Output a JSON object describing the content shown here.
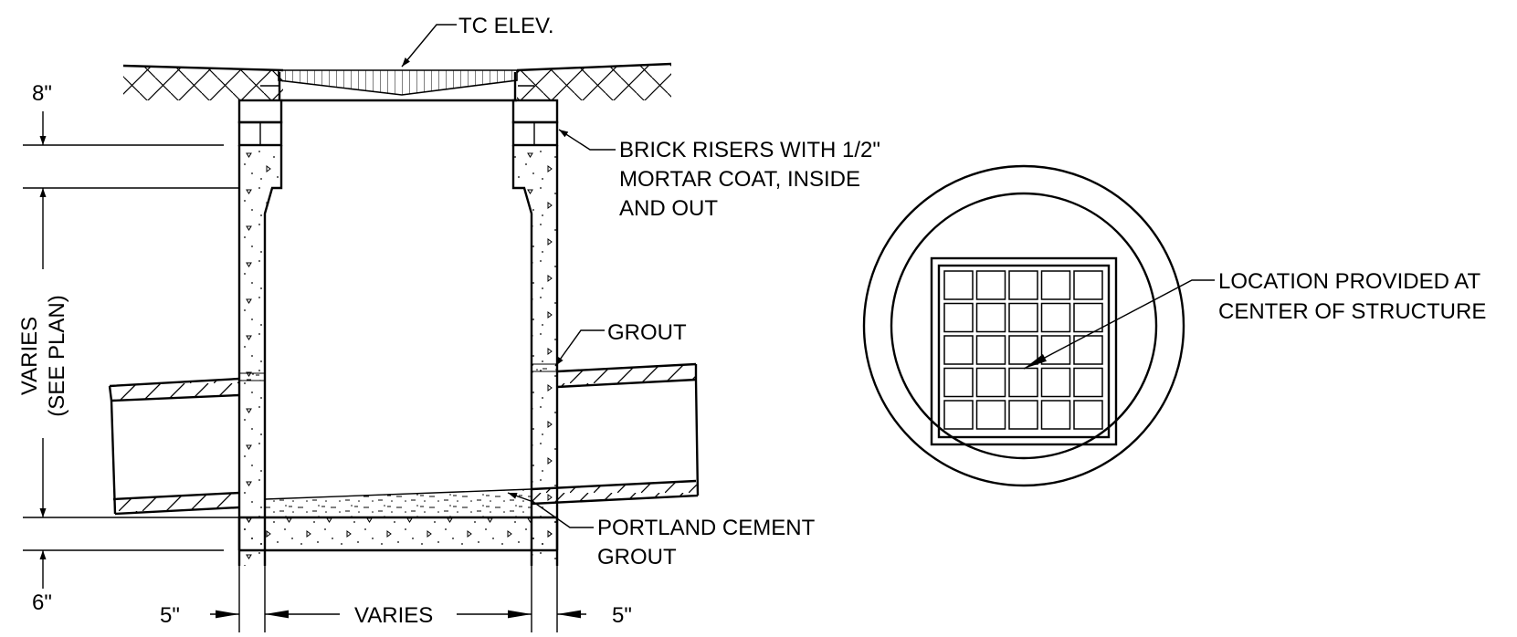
{
  "labels": {
    "tc_elev": "TC ELEV.",
    "brick_line1": "BRICK RISERS WITH 1/2\"",
    "brick_line2": "MORTAR COAT, INSIDE",
    "brick_line3": "AND OUT",
    "grout": "GROUT",
    "portland_line1": "PORTLAND CEMENT",
    "portland_line2": "GROUT",
    "location_line1": "LOCATION PROVIDED AT",
    "location_line2": "CENTER OF STRUCTURE"
  },
  "dimensions": {
    "top_riser": "8\"",
    "wall_height_line1": "VARIES",
    "wall_height_line2": "(SEE PLAN)",
    "base_thickness": "6\"",
    "wall_left": "5\"",
    "interior_width": "VARIES",
    "wall_right": "5\""
  },
  "grate": {
    "rows": 5,
    "cols": 5
  }
}
